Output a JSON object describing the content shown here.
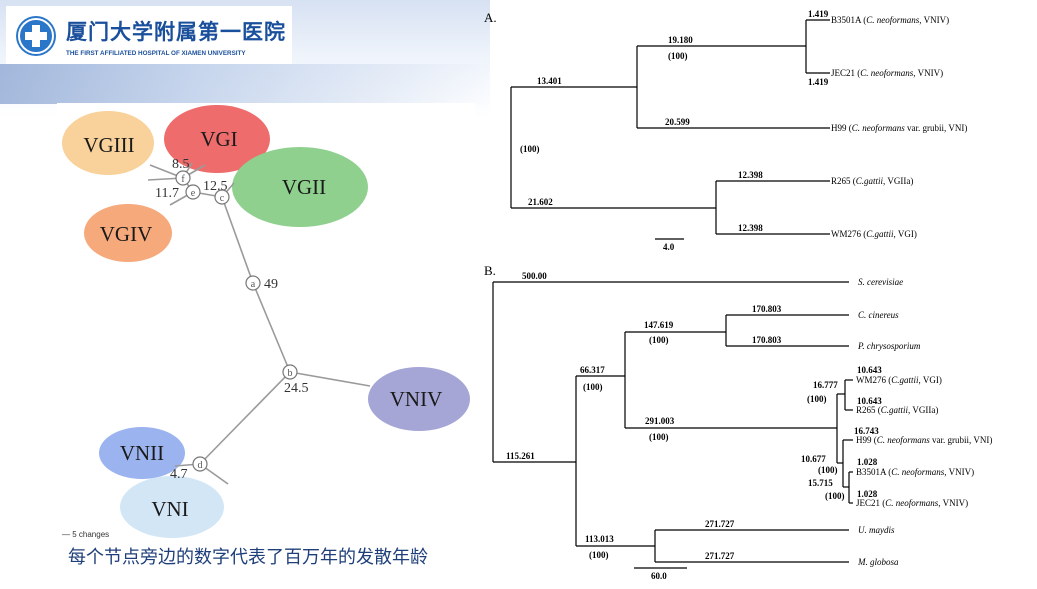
{
  "header": {
    "logo_cn": "厦门大学附属第一医院",
    "logo_en": "THE FIRST AFFILIATED HOSPITAL OF XIAMEN UNIVERSITY"
  },
  "left_tree": {
    "clusters": [
      "VGIII",
      "VGI",
      "VGII",
      "VGIV",
      "VNIV",
      "VNII",
      "VNI"
    ],
    "cluster_colors": {
      "VGIII": "#f9d19b",
      "VGI": "#ee6c6c",
      "VGII": "#8fd08f",
      "VGIV": "#f6a97a",
      "VNIV": "#a5a6d6",
      "VNII": "#9bb3ee",
      "VNI": "#d2e6f6"
    },
    "nodes": [
      "f",
      "e",
      "c",
      "a",
      "b",
      "d"
    ],
    "branch_values": [
      "8.5",
      "11.7",
      "12.5",
      "49",
      "24.5",
      "4.7"
    ],
    "scale_label": "— 5 changes"
  },
  "caption": "每个节点旁边的数字代表了百万年的发散年龄",
  "tree_a": {
    "panel_label": "A.",
    "branch_labels": [
      "1.419",
      "19.180",
      "(100)",
      "1.419",
      "13.401",
      "20.599",
      "(100)",
      "12.398",
      "21.602",
      "12.398"
    ],
    "taxa": [
      {
        "id": "B3501A",
        "species": "C. neoformans",
        "type": ", VNIV)"
      },
      {
        "id": "JEC21",
        "species": "C. neoformans",
        "type": ", VNIV)"
      },
      {
        "id": "H99",
        "species": "C. neoformans",
        "type": " var. grubii, VNI)"
      },
      {
        "id": "R265",
        "species": "C.gattii",
        "type": ", VGIIa)"
      },
      {
        "id": "WM276",
        "species": "C.gattii",
        "type": ", VGI)"
      }
    ],
    "scale": "4.0"
  },
  "tree_b": {
    "panel_label": "B.",
    "branch_labels": [
      "500.00",
      "170.803",
      "147.619",
      "(100)",
      "170.803",
      "66.317",
      "(100)",
      "10.643",
      "16.777",
      "(100)",
      "10.643",
      "291.003",
      "(100)",
      "16.743",
      "10.677",
      "1.028",
      "(100)",
      "15.715",
      "1.028",
      "(100)",
      "115.261",
      "271.727",
      "113.013",
      "(100)",
      "271.727"
    ],
    "taxa": [
      {
        "id": "",
        "species": "S. cerevisiae",
        "type": ""
      },
      {
        "id": "",
        "species": "C. cinereus",
        "type": ""
      },
      {
        "id": "",
        "species": "P. chrysosporium",
        "type": ""
      },
      {
        "id": "WM276",
        "species": "C.gattii",
        "type": ", VGI)"
      },
      {
        "id": "R265",
        "species": "C.gattii",
        "type": ", VGIIa)"
      },
      {
        "id": "H99",
        "species": "C. neoformans",
        "type": " var. grubii, VNI)"
      },
      {
        "id": "B3501A",
        "species": "C. neoformans",
        "type": ", VNIV)"
      },
      {
        "id": "JEC21",
        "species": "C. neoformans",
        "type": ", VNIV)"
      },
      {
        "id": "",
        "species": "U. maydis",
        "type": ""
      },
      {
        "id": "",
        "species": "M. globosa",
        "type": ""
      }
    ],
    "scale": "60.0"
  }
}
